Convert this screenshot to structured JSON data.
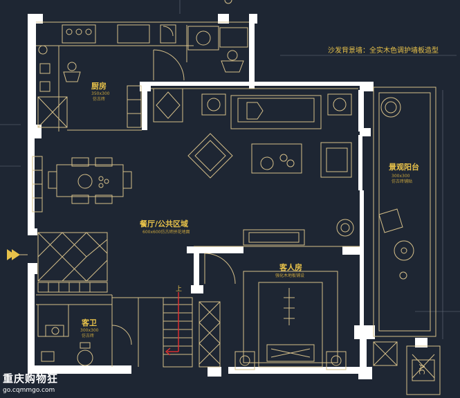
{
  "plan": {
    "annotation": "沙发背景墙：全实木色调护墙板造型",
    "rooms": [
      {
        "id": "kitchen",
        "name": "厨房",
        "size": "350x300",
        "finish": "仿古砖"
      },
      {
        "id": "living",
        "name": "餐厅/公共区域",
        "size": "",
        "finish": "600x600仿古砖拼花地面"
      },
      {
        "id": "balcony",
        "name": "景观阳台",
        "size": "300x300",
        "finish": "仿古砖铺贴"
      },
      {
        "id": "guest",
        "name": "客人房",
        "size": "",
        "finish": "强化木地板铺设"
      },
      {
        "id": "bath",
        "name": "客卫",
        "size": "300x300",
        "finish": "仿古砖"
      }
    ],
    "appliance_label": "AC",
    "stair_label": "上"
  },
  "watermark": {
    "title": "重庆购物狂",
    "url": "go.cqmmgo.com"
  },
  "colors": {
    "background": "#1e2633",
    "wall": "#ffffff",
    "furniture": "#d6c08a",
    "text": "#e8c24a",
    "stair_arrow": "#e53030"
  }
}
